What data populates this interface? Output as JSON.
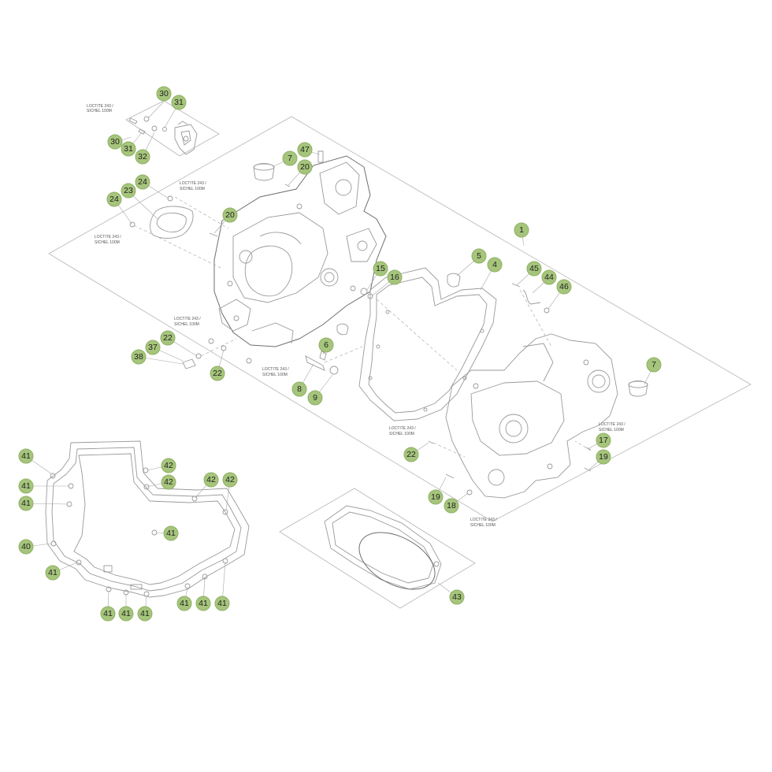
{
  "callouts": [
    {
      "key": "c30a",
      "label": "30"
    },
    {
      "key": "c31a",
      "label": "31"
    },
    {
      "key": "c30b",
      "label": "30"
    },
    {
      "key": "c31b",
      "label": "31"
    },
    {
      "key": "c32",
      "label": "32"
    },
    {
      "key": "c24a",
      "label": "24"
    },
    {
      "key": "c23",
      "label": "23"
    },
    {
      "key": "c24b",
      "label": "24"
    },
    {
      "key": "c7a",
      "label": "7"
    },
    {
      "key": "c47",
      "label": "47"
    },
    {
      "key": "c20a",
      "label": "20"
    },
    {
      "key": "c20b",
      "label": "20"
    },
    {
      "key": "c1",
      "label": "1"
    },
    {
      "key": "c5",
      "label": "5"
    },
    {
      "key": "c4",
      "label": "4"
    },
    {
      "key": "c15",
      "label": "15"
    },
    {
      "key": "c16",
      "label": "16"
    },
    {
      "key": "c45",
      "label": "45"
    },
    {
      "key": "c44",
      "label": "44"
    },
    {
      "key": "c46",
      "label": "46"
    },
    {
      "key": "c22a",
      "label": "22"
    },
    {
      "key": "c37",
      "label": "37"
    },
    {
      "key": "c38",
      "label": "38"
    },
    {
      "key": "c22b",
      "label": "22"
    },
    {
      "key": "c6",
      "label": "6"
    },
    {
      "key": "c8",
      "label": "8"
    },
    {
      "key": "c9",
      "label": "9"
    },
    {
      "key": "c7b",
      "label": "7"
    },
    {
      "key": "c17",
      "label": "17"
    },
    {
      "key": "c19a",
      "label": "19"
    },
    {
      "key": "c22c",
      "label": "22"
    },
    {
      "key": "c19b",
      "label": "19"
    },
    {
      "key": "c18",
      "label": "18"
    },
    {
      "key": "c41a",
      "label": "41"
    },
    {
      "key": "c42a",
      "label": "42"
    },
    {
      "key": "c42b",
      "label": "42"
    },
    {
      "key": "c42c",
      "label": "42"
    },
    {
      "key": "c42d",
      "label": "42"
    },
    {
      "key": "c41b",
      "label": "41"
    },
    {
      "key": "c41c",
      "label": "41"
    },
    {
      "key": "c41d",
      "label": "41"
    },
    {
      "key": "c40",
      "label": "40"
    },
    {
      "key": "c41e",
      "label": "41"
    },
    {
      "key": "c41f",
      "label": "41"
    },
    {
      "key": "c41g",
      "label": "41"
    },
    {
      "key": "c41h",
      "label": "41"
    },
    {
      "key": "c41i",
      "label": "41"
    },
    {
      "key": "c41j",
      "label": "41"
    },
    {
      "key": "c41k",
      "label": "41"
    },
    {
      "key": "c43",
      "label": "43"
    }
  ],
  "notes": [
    {
      "key": "n1",
      "line1": "LOCTITE 243 /",
      "line2": "SICHEL 100M"
    },
    {
      "key": "n2",
      "line1": "LOCTITE 243 /",
      "line2": "SICHEL 100M"
    },
    {
      "key": "n3",
      "line1": "LOCTITE 243 /",
      "line2": "SICHEL 100M"
    },
    {
      "key": "n4",
      "line1": "LOCTITE 243 /",
      "line2": "SICHEL 100M"
    },
    {
      "key": "n5",
      "line1": "LOCTITE 243 /",
      "line2": "SICHEL 100M"
    },
    {
      "key": "n6",
      "line1": "LOCTITE 243 /",
      "line2": "SICHEL 100M"
    },
    {
      "key": "n7",
      "line1": "LOCTITE 243 /",
      "line2": "SICHEL 100M"
    },
    {
      "key": "n8",
      "line1": "LOCTITE 243 /",
      "line2": "SICHEL 100M"
    }
  ],
  "colors": {
    "badge_fill": "#a6c57c",
    "line": "#9a9a9a",
    "background": "#ffffff"
  }
}
